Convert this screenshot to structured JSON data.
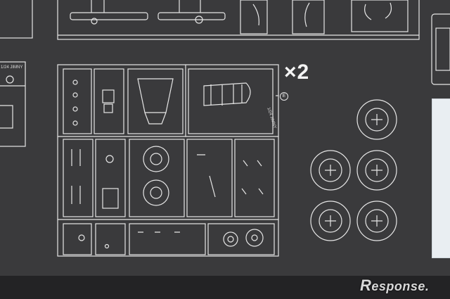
{
  "instruction_sheet": {
    "multiplier_text": "×2",
    "sprue_letter": "E",
    "sprue_label": "1/24 JIMNY",
    "sprue_label_left": "1/24 JIMNY"
  },
  "watermark": {
    "initial": "R",
    "rest": "esponse."
  },
  "colors": {
    "paper": "#3a3a3c",
    "line_art": "#e6e6e6",
    "side_panel": "#e9eef2"
  }
}
